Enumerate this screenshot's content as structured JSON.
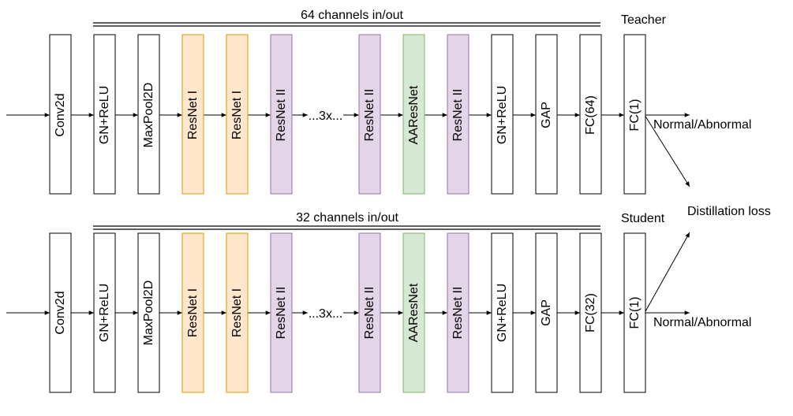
{
  "teacher": {
    "role_label": "Teacher",
    "channel_label": "64 channels in/out",
    "blocks": [
      {
        "label": "Conv2d",
        "color": "#ffffff"
      },
      {
        "label": "GN+ReLU",
        "color": "#ffffff"
      },
      {
        "label": "MaxPool2D",
        "color": "#ffffff"
      },
      {
        "label": "ResNet I",
        "color": "#ffe6cc"
      },
      {
        "label": "ResNet I",
        "color": "#ffe6cc"
      },
      {
        "label": "ResNet II",
        "color": "#e1d5e7"
      },
      {
        "label": "ResNet II",
        "color": "#e1d5e7"
      },
      {
        "label": "AAResNet",
        "color": "#d5e8d4"
      },
      {
        "label": "ResNet II",
        "color": "#e1d5e7"
      },
      {
        "label": "GN+ReLU",
        "color": "#ffffff"
      },
      {
        "label": "GAP",
        "color": "#ffffff"
      },
      {
        "label": "FC(64)",
        "color": "#ffffff"
      },
      {
        "label": "FC(1)",
        "color": "#ffffff"
      }
    ],
    "repeat_label": "...3x...",
    "output_label": "Normal/Abnormal"
  },
  "student": {
    "role_label": "Student",
    "channel_label": "32 channels in/out",
    "blocks": [
      {
        "label": "Conv2d",
        "color": "#ffffff"
      },
      {
        "label": "GN+ReLU",
        "color": "#ffffff"
      },
      {
        "label": "MaxPool2D",
        "color": "#ffffff"
      },
      {
        "label": "ResNet I",
        "color": "#ffe6cc"
      },
      {
        "label": "ResNet I",
        "color": "#ffe6cc"
      },
      {
        "label": "ResNet II",
        "color": "#e1d5e7"
      },
      {
        "label": "ResNet II",
        "color": "#e1d5e7"
      },
      {
        "label": "AAResNet",
        "color": "#d5e8d4"
      },
      {
        "label": "ResNet II",
        "color": "#e1d5e7"
      },
      {
        "label": "GN+ReLU",
        "color": "#ffffff"
      },
      {
        "label": "GAP",
        "color": "#ffffff"
      },
      {
        "label": "FC(32)",
        "color": "#ffffff"
      },
      {
        "label": "FC(1)",
        "color": "#ffffff"
      }
    ],
    "repeat_label": "...3x...",
    "output_label": "Normal/Abnormal"
  },
  "distillation_label": "Distillation loss",
  "colors": {
    "resnet1_fill": "#ffe6cc",
    "resnet1_stroke": "#d79b00",
    "resnet2_fill": "#e1d5e7",
    "resnet2_stroke": "#9673a6",
    "aaresnet_fill": "#d5e8d4",
    "aaresnet_stroke": "#82b366",
    "line": "#000000"
  }
}
